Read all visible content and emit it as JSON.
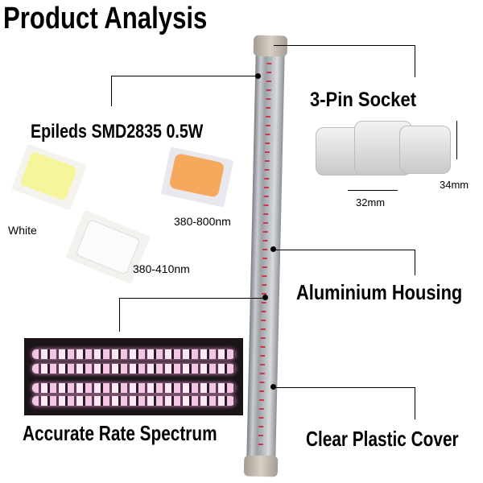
{
  "title": "Product Analysis",
  "callouts": {
    "leds": "Epileds SMD2835 0.5W",
    "socket": "3-Pin  Socket",
    "housing": "Aluminium Housing",
    "spectrum": "Accurate Rate Spectrum",
    "cover": "Clear Plastic Cover"
  },
  "led_labels": {
    "white": "White",
    "full": "380-800nm",
    "uv": "380-410nm"
  },
  "dimensions": {
    "width": "32mm",
    "height": "34mm"
  }
}
